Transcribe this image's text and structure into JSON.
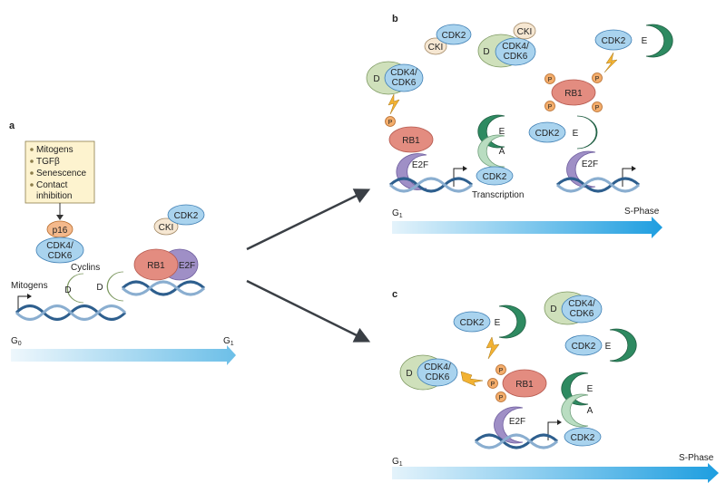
{
  "panels": {
    "a": "a",
    "b": "b",
    "c": "c"
  },
  "stress_box": {
    "items": [
      "Mitogens",
      "TGFβ",
      "Senescence",
      "Contact",
      "inhibition"
    ]
  },
  "labels": {
    "p16": "p16",
    "cdk46_line1": "CDK4/",
    "cdk46_line2": "CDK6",
    "cdk2": "CDK2",
    "cki": "CKI",
    "rb1": "RB1",
    "e2f": "E2F",
    "cyclin_d": "D",
    "cyclin_e": "E",
    "cyclin_a": "A",
    "phospho": "P",
    "cyclins": "Cyclins",
    "mitogens": "Mitogens",
    "transcription": "Transcription"
  },
  "timelines": {
    "a": {
      "start_main": "G",
      "start_sub": "0",
      "end_main": "G",
      "end_sub": "1"
    },
    "b": {
      "start_main": "G",
      "start_sub": "1",
      "end": "S-Phase"
    },
    "c": {
      "start_main": "G",
      "start_sub": "1",
      "end": "S-Phase"
    }
  },
  "colors": {
    "cdk_fill": "#a9d3ee",
    "cdk_stroke": "#3f7fb4",
    "cki_fill": "#f6e7d2",
    "cki_stroke": "#a38966",
    "cyclinD_fill": "#cfe0bb",
    "cyclinD_stroke": "#7f9a63",
    "cyclinE_fill": "#2e8a61",
    "cyclinA_fill": "#b9ddc1",
    "rb1_fill": "#e38c80",
    "rb1_stroke": "#b65a4f",
    "e2f_fill": "#9f8fc6",
    "e2f_stroke": "#6e5d9e",
    "p_fill": "#f3ad6c",
    "p_stroke": "#b76b2a",
    "p16_fill": "#f4b98c",
    "box_fill": "#fdf3cf",
    "box_stroke": "#8c7d4a",
    "dna1": "#2e5f8e",
    "dna2": "#8aaed0",
    "bolt": "#f2b233",
    "arrow_start": "#e3f2fb",
    "arrow_end": "#1e9de0"
  }
}
